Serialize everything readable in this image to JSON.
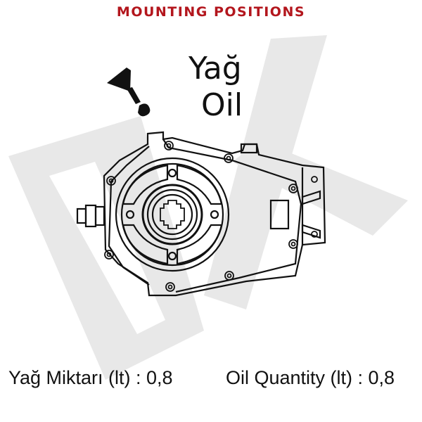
{
  "header": {
    "title": "MOUNTING POSITIONS"
  },
  "diagram": {
    "oil_label_tr": "Yağ",
    "oil_label_en": "Oil",
    "icons": [
      "oil-can-icon",
      "gearbox-drawing",
      "watermark-logo"
    ]
  },
  "captions": {
    "tr": "Yağ Miktarı (lt) : 0,8",
    "en": "Oil Quantity (lt) : 0,8"
  },
  "oil_quantity": {
    "unit": "lt",
    "value": "0,8"
  },
  "colors": {
    "title": "#b3161d",
    "watermark": "#e6e6e6",
    "line": "#111111"
  }
}
